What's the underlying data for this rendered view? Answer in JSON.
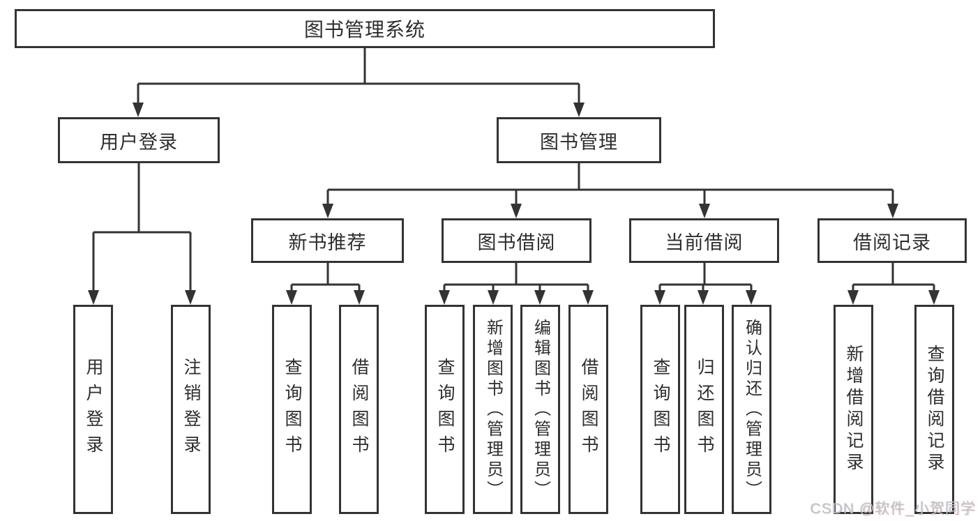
{
  "diagram": {
    "title_node": {
      "label": "图书管理系统"
    },
    "level2": [
      {
        "label": "用户登录"
      },
      {
        "label": "图书管理"
      }
    ],
    "level3": [
      {
        "label": "新书推荐"
      },
      {
        "label": "图书借阅"
      },
      {
        "label": "当前借阅"
      },
      {
        "label": "借阅记录"
      }
    ],
    "level4": [
      {
        "label": "用户登录"
      },
      {
        "label": "注销登录"
      },
      {
        "label": "查询图书"
      },
      {
        "label": "借阅图书"
      },
      {
        "label": "查询图书"
      },
      {
        "label": "新增图书（管理员）"
      },
      {
        "label": "编辑图书（管理员）"
      },
      {
        "label": "借阅图书"
      },
      {
        "label": "查询图书"
      },
      {
        "label": "归还图书"
      },
      {
        "label": "确认归还（管理员）"
      },
      {
        "label": "新增借阅记录"
      },
      {
        "label": "查询借阅记录"
      }
    ],
    "colors": {
      "line": "#333333",
      "box_border": "#333333",
      "box_fill": "#ffffff",
      "text": "#2d2d2d"
    }
  },
  "watermark": {
    "text": "CSDN @软件_小贺同学",
    "color": "#bfc3c9"
  }
}
